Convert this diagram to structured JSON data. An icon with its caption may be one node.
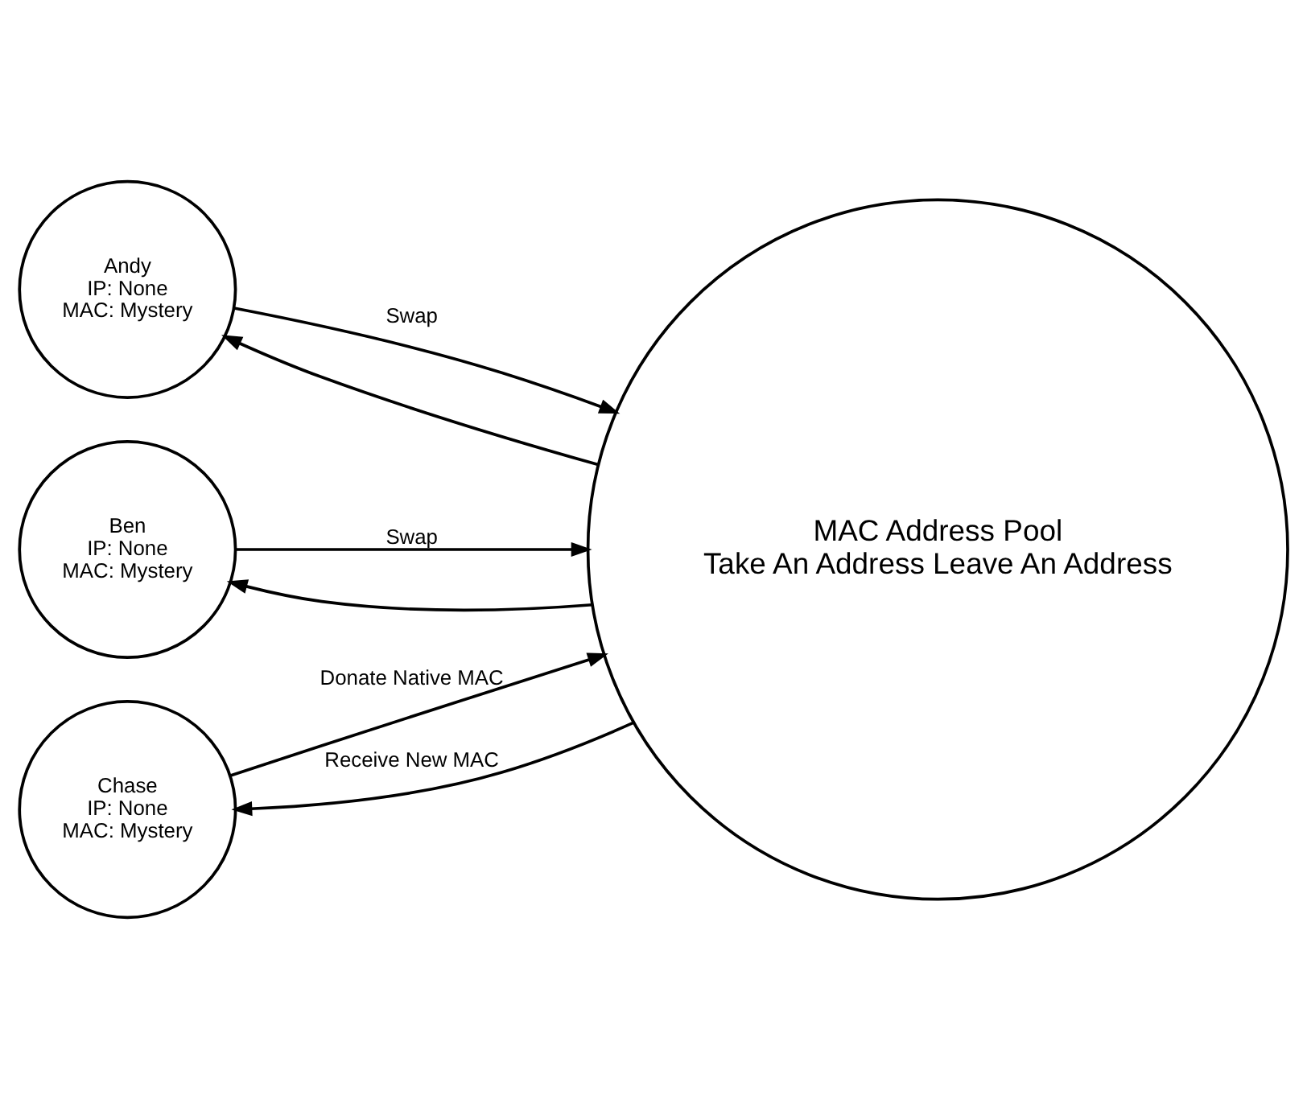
{
  "diagram": {
    "nodes": [
      {
        "text": [
          "Andy",
          "IP: None",
          "MAC: Mystery"
        ]
      },
      {
        "text": [
          "Ben",
          "IP: None",
          "MAC: Mystery"
        ]
      },
      {
        "text": [
          "Chase",
          "IP: None",
          "MAC: Mystery"
        ]
      },
      {
        "text": [
          "MAC Address Pool",
          "Take An Address Leave An Address"
        ]
      }
    ],
    "edges": [
      {
        "from": 3,
        "to": 0,
        "arrow": "to"
      },
      {
        "from": 0,
        "to": 3,
        "arrow": "to",
        "label": "Swap"
      },
      {
        "from": 3,
        "to": 1,
        "arrow": "to"
      },
      {
        "from": 1,
        "to": 3,
        "arrow": "to",
        "label": "Swap"
      },
      {
        "from": 3,
        "to": 2,
        "arrow": "to",
        "label": "Receive New MAC"
      },
      {
        "from": 2,
        "to": 3,
        "arrow": "to",
        "label": "Donate Native MAC"
      }
    ]
  }
}
